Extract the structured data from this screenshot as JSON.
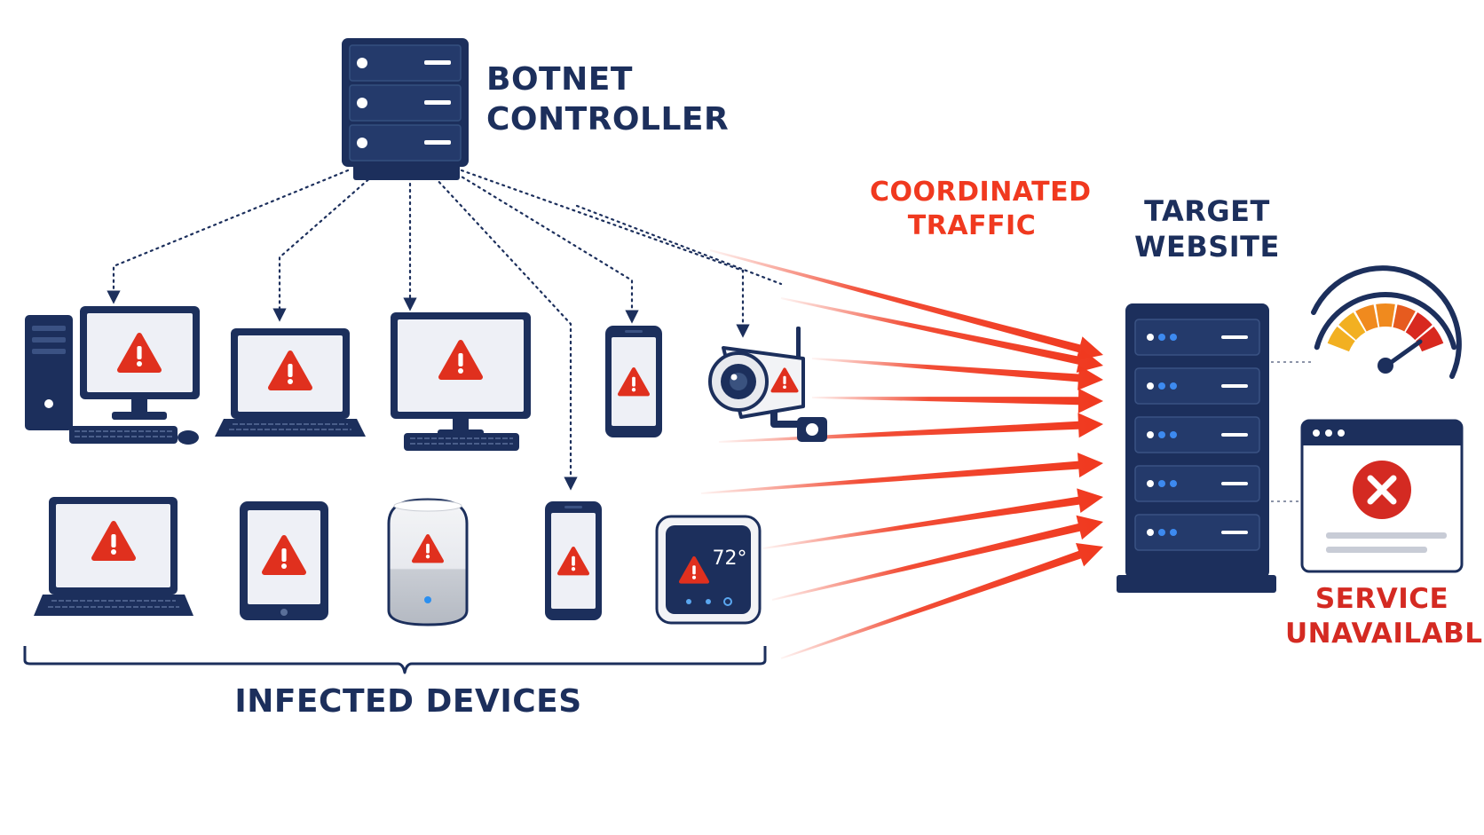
{
  "labels": {
    "controller_line1": "BOTNET",
    "controller_line2": "CONTROLLER",
    "traffic_line1": "COORDINATED",
    "traffic_line2": "TRAFFIC",
    "target_line1": "TARGET",
    "target_line2": "WEBSITE",
    "service_line1": "SERVICE",
    "service_line2": "UNAVAILABLE",
    "infected": "INFECTED DEVICES",
    "thermostat_temp": "72°"
  },
  "colors": {
    "navy": "#1c2f5c",
    "attack_red": "#f0391f",
    "warning_red": "#e0301e",
    "error_red": "#d42a22",
    "gauge": [
      "#f2b021",
      "#f08a1e",
      "#e65b1f",
      "#d8291f"
    ]
  },
  "devices": {
    "row1": [
      "desktop-pc-icon",
      "laptop-icon",
      "monitor-icon",
      "smartphone-icon",
      "security-camera-icon"
    ],
    "row2": [
      "laptop-icon",
      "tablet-icon",
      "smart-speaker-icon",
      "smartphone-icon",
      "thermostat-icon"
    ]
  },
  "icons": [
    "server-icon",
    "warning-icon",
    "speedometer-icon",
    "error-icon",
    "browser-window-icon"
  ]
}
